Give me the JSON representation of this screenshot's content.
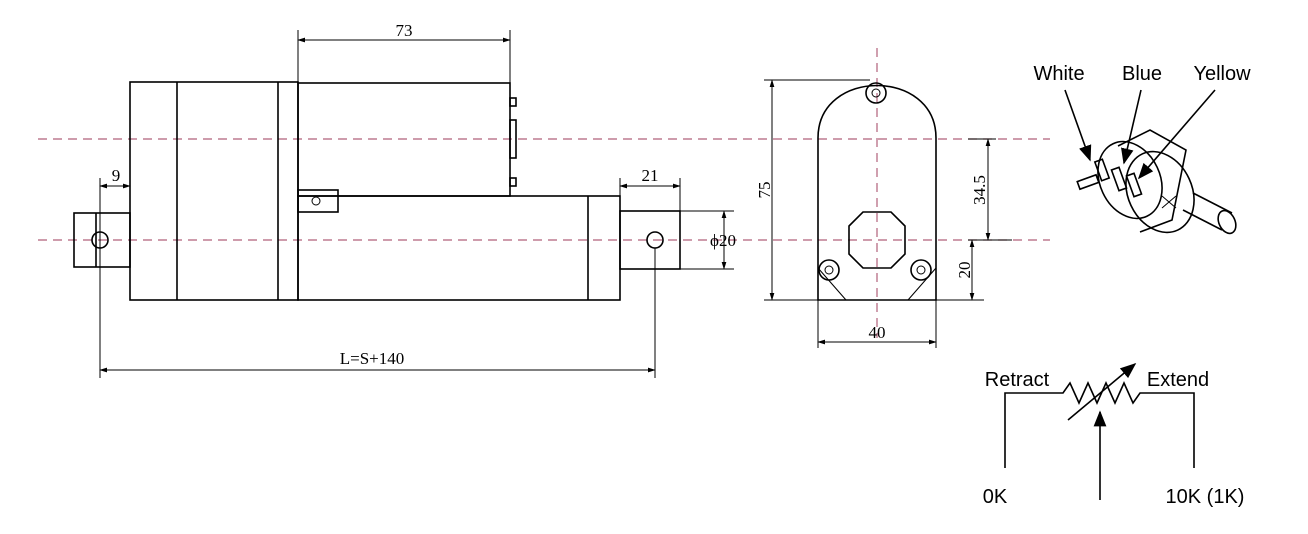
{
  "dimensions": {
    "body_length": "73",
    "end_offset": "9",
    "rod_end_length": "21",
    "rod_diameter": "ϕ20",
    "installed_length": "L=S+140",
    "end_height": "75",
    "upper_offset": "34.5",
    "lower_offset": "20",
    "end_width": "40"
  },
  "wires": {
    "white": "White",
    "blue": "Blue",
    "yellow": "Yellow"
  },
  "potentiometer": {
    "retract": "Retract",
    "extend": "Extend",
    "min": "0K",
    "max": "10K (1K)"
  }
}
